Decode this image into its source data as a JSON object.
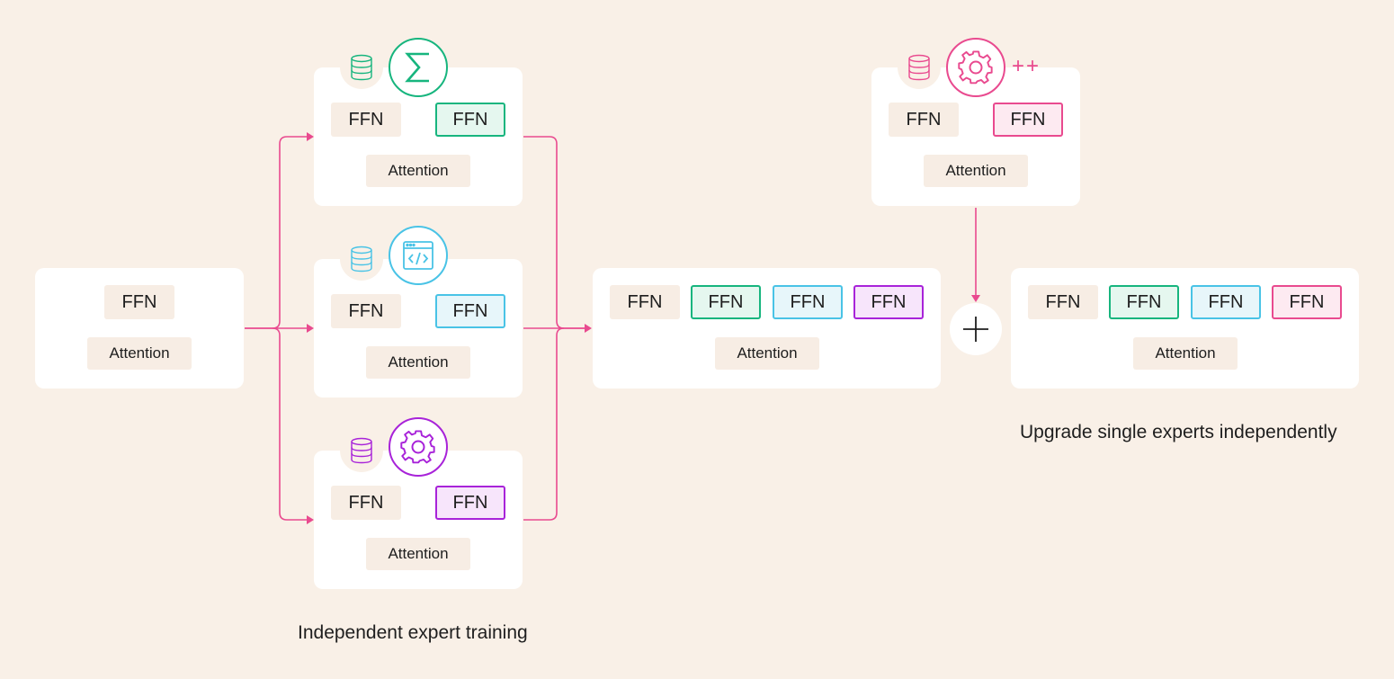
{
  "colors": {
    "background": "#f9f0e7",
    "connector": "#e94a8f",
    "math_expert": "#17b57e",
    "code_expert": "#49c3e6",
    "general_expert": "#a823d9",
    "upgraded_expert": "#e94a8f"
  },
  "base_model": {
    "ffn": "FFN",
    "attention": "Attention"
  },
  "experts": [
    {
      "icon": "sigma-icon",
      "ffn_left": "FFN",
      "ffn_right": "FFN",
      "attention": "Attention"
    },
    {
      "icon": "code-window-icon",
      "ffn_left": "FFN",
      "ffn_right": "FFN",
      "attention": "Attention"
    },
    {
      "icon": "gear-icon",
      "ffn_left": "FFN",
      "ffn_right": "FFN",
      "attention": "Attention"
    }
  ],
  "merged_model": {
    "ffns": [
      "FFN",
      "FFN",
      "FFN",
      "FFN"
    ],
    "attention": "Attention"
  },
  "upgraded_expert": {
    "icon": "gear-icon",
    "badge": "++",
    "ffn_left": "FFN",
    "ffn_right": "FFN",
    "attention": "Attention"
  },
  "final_model": {
    "ffns": [
      "FFN",
      "FFN",
      "FFN",
      "FFN"
    ],
    "attention": "Attention"
  },
  "captions": {
    "training": "Independent expert training",
    "upgrade": "Upgrade single experts independently"
  }
}
